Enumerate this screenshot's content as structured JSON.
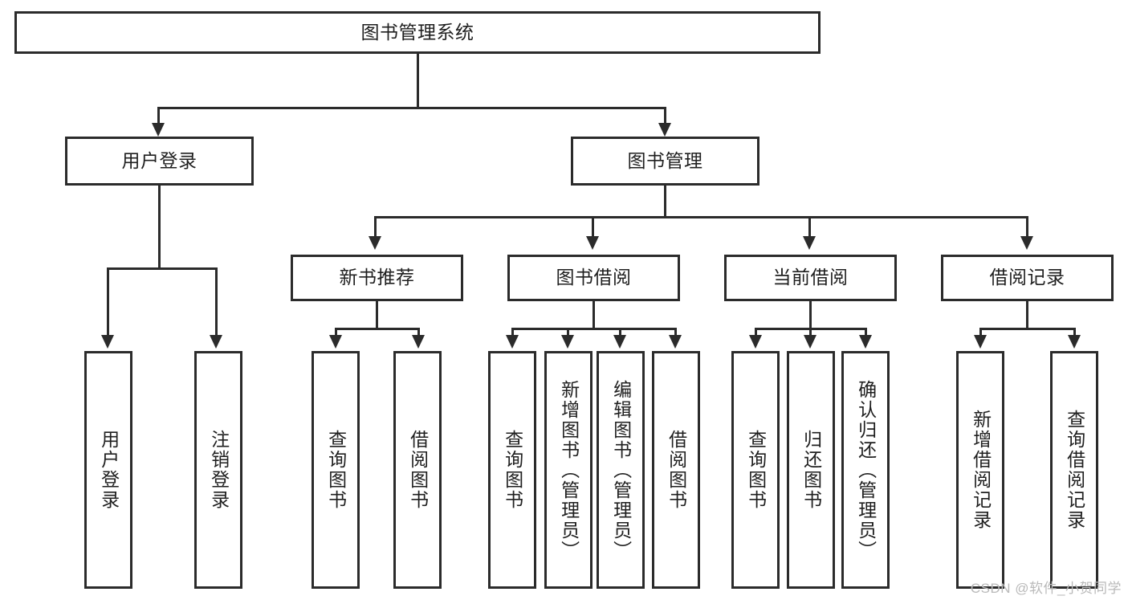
{
  "diagram": {
    "type": "tree-hierarchy",
    "title": "图书管理系统",
    "watermark": "CSDN @软件_小贺同学",
    "colors": {
      "border": "#2b2b2b",
      "background": "#ffffff",
      "text": "#1f1f1f",
      "watermark": "#b9b9b9"
    },
    "nodes": {
      "root": {
        "label": "图书管理系统"
      },
      "level2": [
        {
          "label": "用户登录"
        },
        {
          "label": "图书管理"
        }
      ],
      "level3": [
        {
          "label": "新书推荐"
        },
        {
          "label": "图书借阅"
        },
        {
          "label": "当前借阅"
        },
        {
          "label": "借阅记录"
        }
      ],
      "leaves": [
        {
          "label": "用户登录"
        },
        {
          "label": "注销登录"
        },
        {
          "label": "查询图书"
        },
        {
          "label": "借阅图书"
        },
        {
          "label": "查询图书"
        },
        {
          "label": "新增图书（管理员）"
        },
        {
          "label": "编辑图书（管理员）"
        },
        {
          "label": "借阅图书"
        },
        {
          "label": "查询图书"
        },
        {
          "label": "归还图书"
        },
        {
          "label": "确认归还（管理员）"
        },
        {
          "label": "新增借阅记录"
        },
        {
          "label": "查询借阅记录"
        }
      ]
    }
  }
}
